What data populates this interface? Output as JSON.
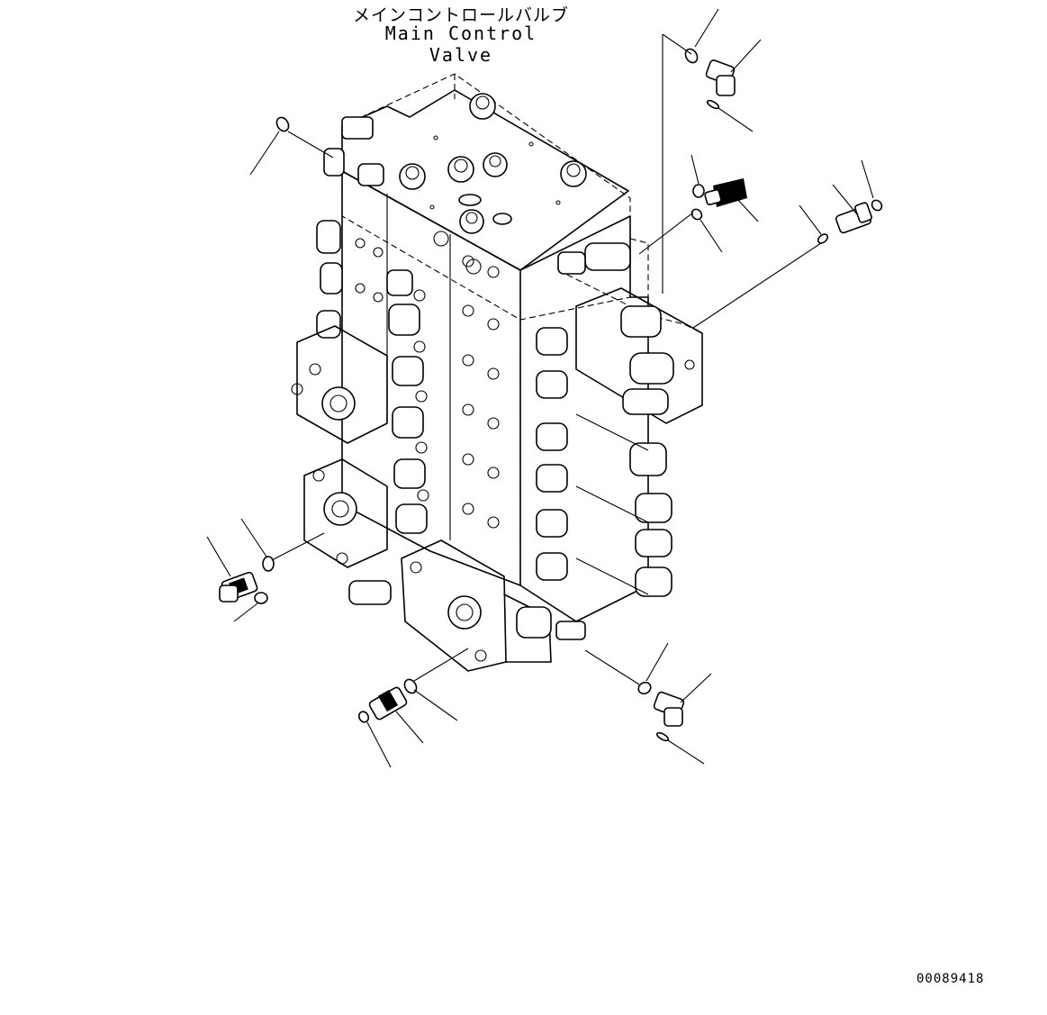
{
  "title": {
    "japanese": "メインコントロールバルブ",
    "english": "Main Control Valve"
  },
  "drawing_number": "00089418",
  "icons": {
    "valve": "main-control-valve-assembly",
    "fittings": [
      "elbow-fitting",
      "straight-fitting",
      "elbow-fitting",
      "straight-fitting",
      "elbow-fitting",
      "straight-fitting",
      "elbow-fitting"
    ],
    "seals": "o-ring"
  }
}
